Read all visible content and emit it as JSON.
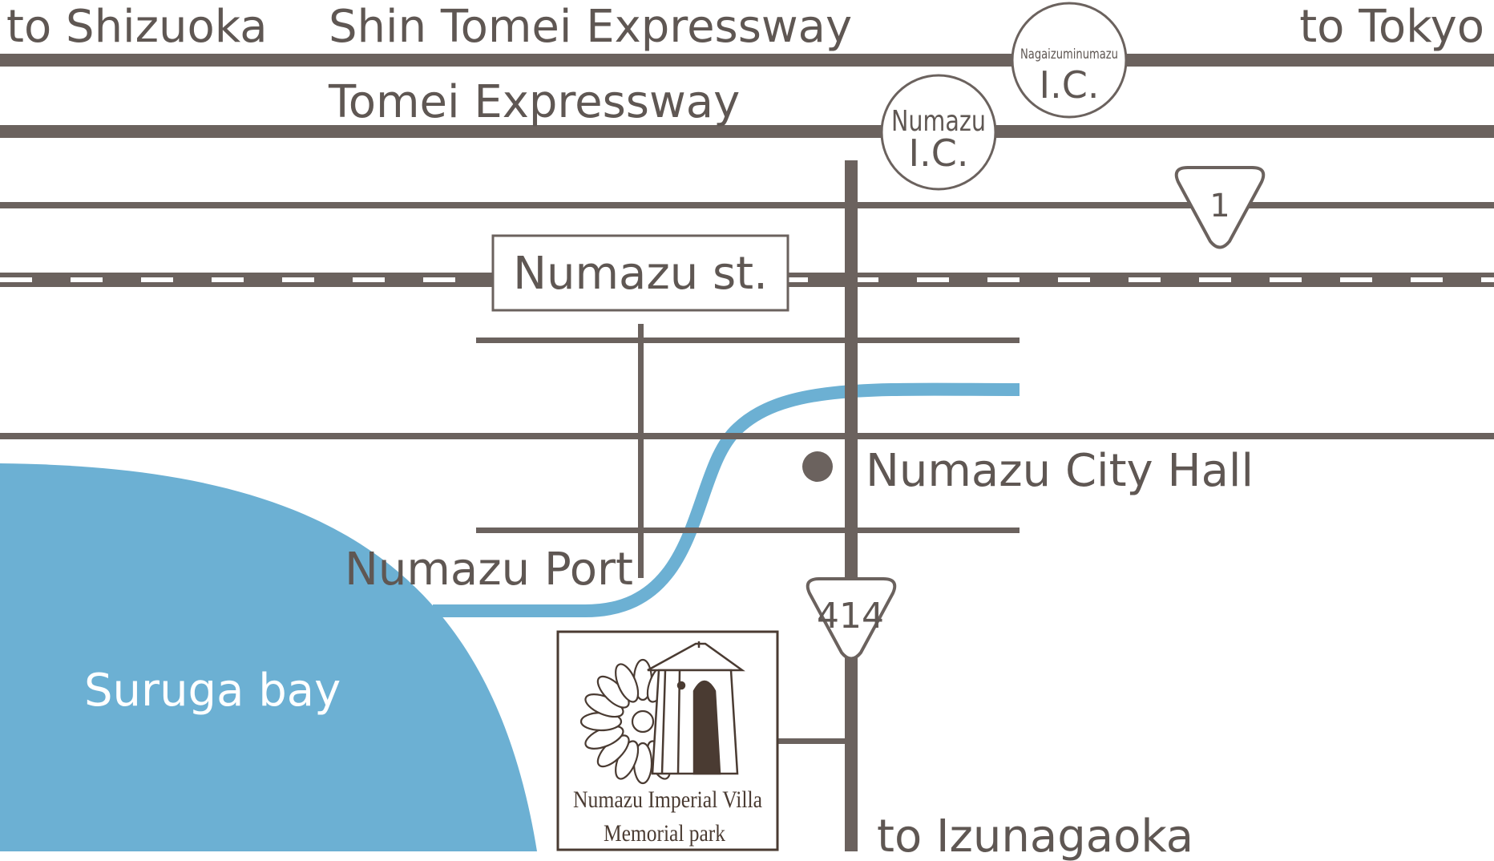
{
  "colors": {
    "road": "#6b625e",
    "water": "#6cb0d3",
    "text": "#5f5753",
    "logo": "#4a3b32",
    "background": "#ffffff"
  },
  "labels": {
    "to_shizuoka": "to Shizuoka",
    "to_tokyo": "to Tokyo",
    "shin_tomei": "Shin Tomei Expressway",
    "tomei": "Tomei Expressway",
    "numazu_station": "Numazu st.",
    "numazu_city_hall": "Numazu City Hall",
    "numazu_port": "Numazu Port",
    "suruga_bay": "Suruga bay",
    "to_izunagaoka": "to Izunagaoka"
  },
  "interchanges": {
    "nagaizumi": {
      "name": "Nagaizuminumazu",
      "suffix": "I.C."
    },
    "numazu": {
      "name": "Numazu",
      "suffix": "I.C."
    }
  },
  "route_shields": {
    "route_1": "1",
    "route_414": "414"
  },
  "destination": {
    "line1": "Numazu Imperial Villa",
    "line2": "Memorial park",
    "logo_icon": "chrysanthemum-crest-and-lantern-icon"
  }
}
